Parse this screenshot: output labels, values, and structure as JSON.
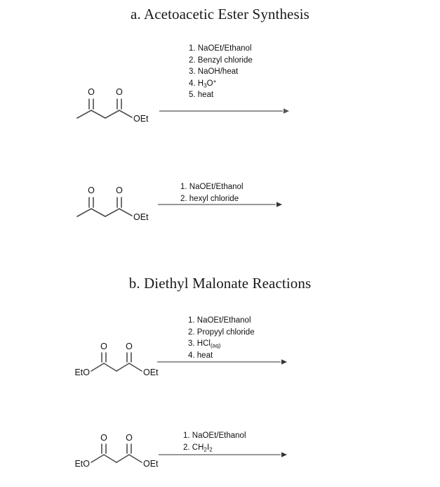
{
  "document": {
    "type": "chemistry-worksheet",
    "background_color": "#ffffff",
    "text_color": "#111111",
    "bond_color": "#4d4d4d",
    "arrow_color": "#555555"
  },
  "sections": [
    {
      "id": "a",
      "heading": "a. Acetoacetic Ester Synthesis"
    },
    {
      "id": "b",
      "heading": "b. Diethyl Malonate Reactions"
    }
  ],
  "reactions": [
    {
      "id": "reaction-1",
      "section": "a",
      "substrate_name": "ethyl acetoacetate",
      "substrate_labels": {
        "right": "OEt"
      },
      "reagents": [
        "1. NaOEt/Ethanol",
        "2. Benzyl chloride",
        "3. NaOH/heat",
        "4. H3O+",
        "5. heat"
      ]
    },
    {
      "id": "reaction-2",
      "section": "a",
      "substrate_name": "ethyl acetoacetate",
      "substrate_labels": {
        "right": "OEt"
      },
      "reagents": [
        "1. NaOEt/Ethanol",
        "2. hexyl chloride"
      ]
    },
    {
      "id": "reaction-3",
      "section": "b",
      "substrate_name": "diethyl malonate",
      "substrate_labels": {
        "left": "EtO",
        "right": "OEt"
      },
      "reagents": [
        "1. NaOEt/Ethanol",
        "2. Propyyl chloride",
        "3. HCl(aq)",
        "4. heat"
      ]
    },
    {
      "id": "reaction-4",
      "section": "b",
      "substrate_name": "diethyl malonate",
      "substrate_labels": {
        "left": "EtO",
        "right": "OEt"
      },
      "reagents": [
        "1. NaOEt/Ethanol",
        "2. CH2I2"
      ]
    }
  ],
  "atom_labels": {
    "oxygen": "O",
    "ethoxy_right": "OEt",
    "ethoxy_left": "EtO"
  }
}
